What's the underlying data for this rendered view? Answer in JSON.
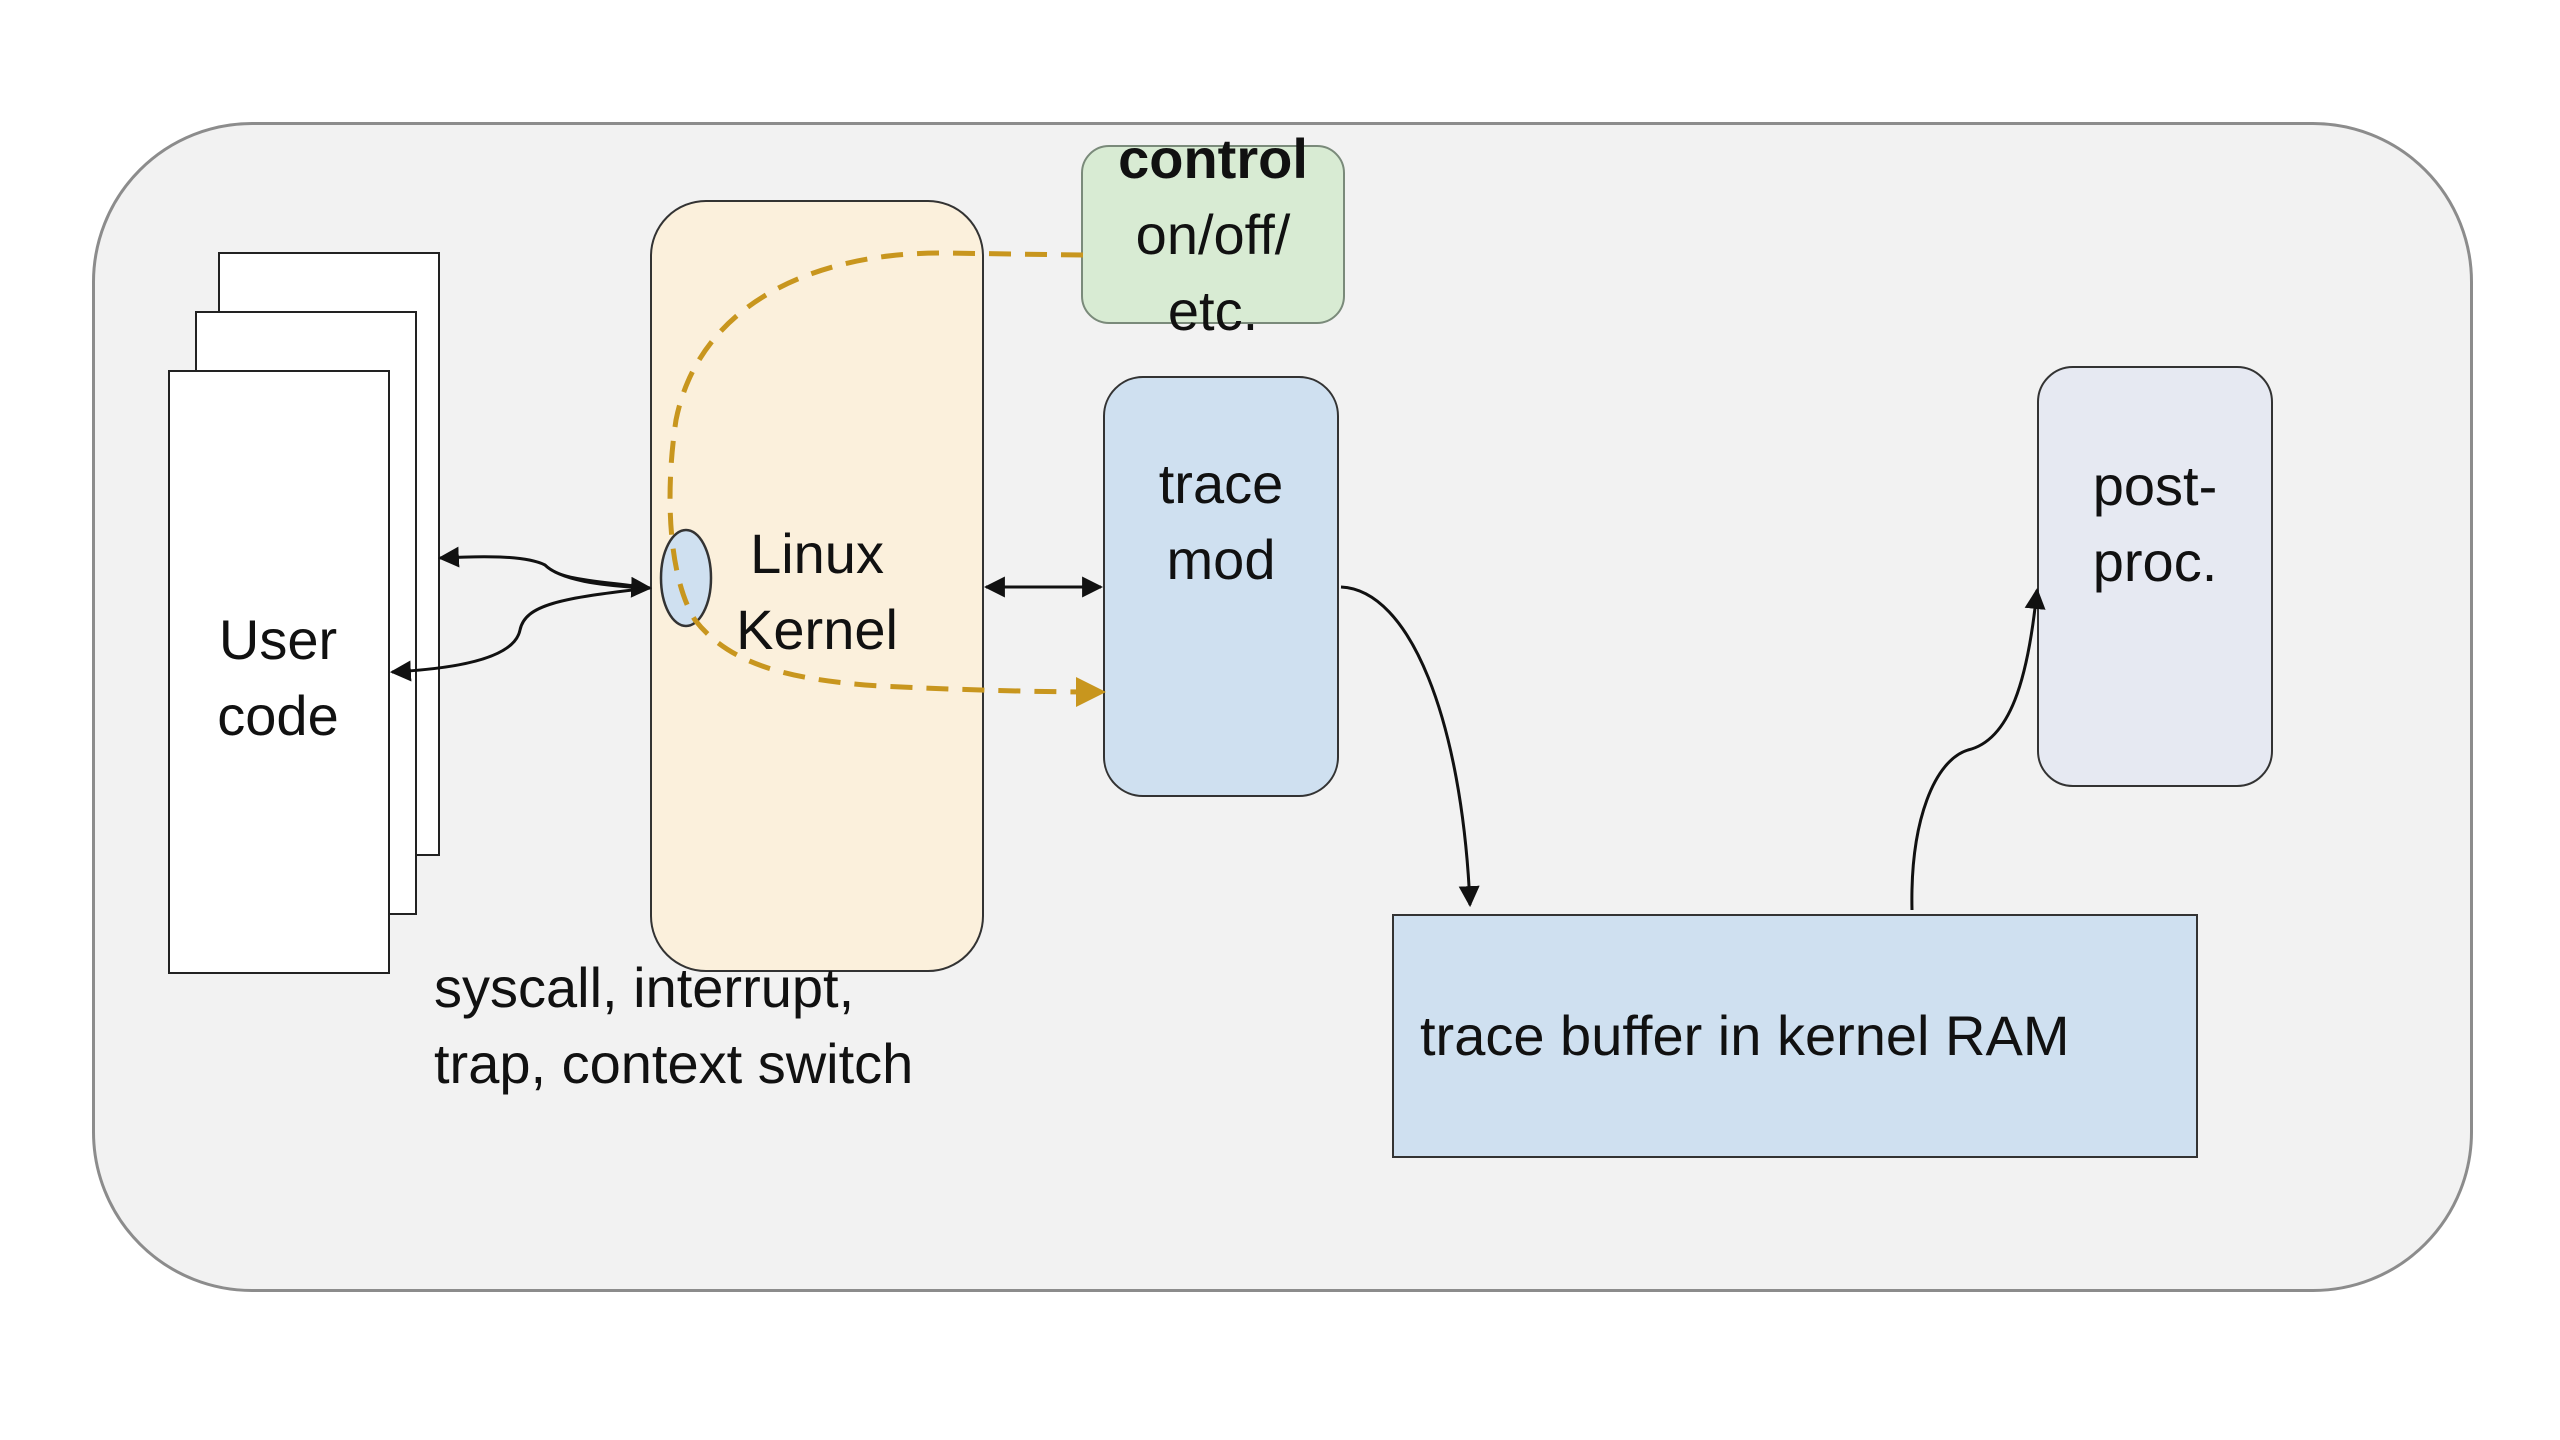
{
  "boxes": {
    "user_code": "User code",
    "kernel": "Linux Kernel",
    "trace_mod": "trace mod",
    "control_title": "control",
    "control_body": "on/off/ etc.",
    "postproc": "post-proc.",
    "buffer": "trace buffer in kernel RAM"
  },
  "caption": {
    "line1": "syscall, interrupt,",
    "line2": "trap, context switch"
  },
  "colors": {
    "panel": "#f2f2f2",
    "kernel": "#fbf0dc",
    "trace_mod": "#cfe0f0",
    "control": "#d8ebd3",
    "postproc": "#e6e9f2",
    "buffer": "#cfe0f0",
    "dashed_path": "#c8961e"
  }
}
